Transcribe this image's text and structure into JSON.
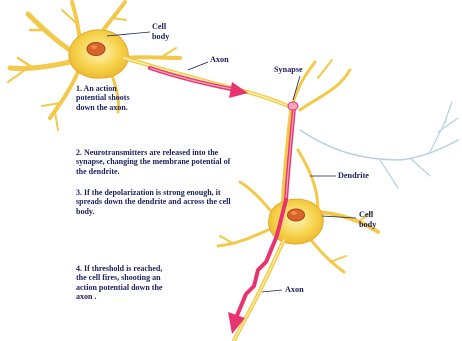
{
  "labels": {
    "cell_body_top": "Cell\nbody",
    "axon_top": "Axon",
    "synapse": "Synapse",
    "dendrite": "Dendrite",
    "cell_body_bottom": "Cell\nbody",
    "axon_bottom": "Axon"
  },
  "steps": [
    "1. An action potential shoots down the axon.",
    "2. Neurotransmitters are released into the synapse, changing the membrane potential of the dendrite.",
    "3. If the depolarization is strong enough, it spreads down the dendrite and across the cell body.",
    "4. If threshold is reached, the cell fires, shooting an action potential down the axon ."
  ],
  "colors": {
    "neuron_fill": "#f6d24a",
    "neuron_light": "#fff1a6",
    "nucleus": "#d8642a",
    "signal": "#e8336e",
    "signal_light": "#f7a6c0",
    "dendrite_line": "#b7d0e0",
    "text": "#1a1f5c"
  }
}
